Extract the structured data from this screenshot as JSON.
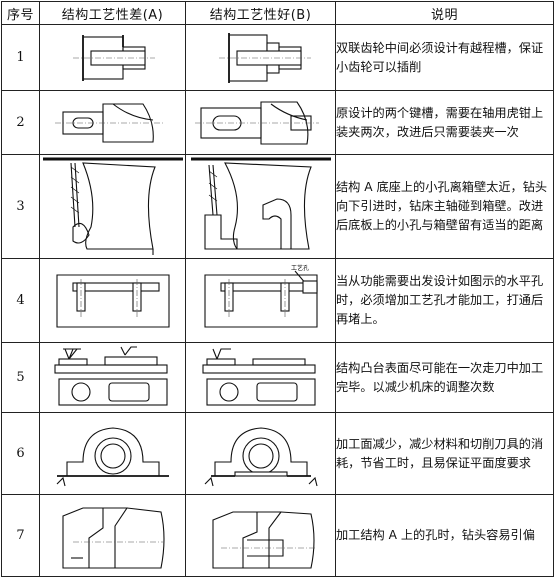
{
  "table": {
    "headers": {
      "col_index": "序号",
      "col_bad": "结构工艺性差(A)",
      "col_good": "结构工艺性好(B)",
      "col_desc": "说明"
    },
    "rows": [
      {
        "index": "1",
        "desc": "双联齿轮中间必须设计有越程槽，保证小齿轮可以插削"
      },
      {
        "index": "2",
        "desc": "原设计的两个键槽，需要在轴用虎钳上装夹两次，改进后只需要装夹一次"
      },
      {
        "index": "3",
        "desc": "结构 A 底座上的小孔离箱壁太近，钻头向下引进时，钻床主轴碰到箱壁。改进后底板上的小孔与箱壁留有适当的距离"
      },
      {
        "index": "4",
        "desc": "当从功能需要出发设计如图示的水平孔时，必须增加工艺孔才能加工，打通后再堵上。"
      },
      {
        "index": "5",
        "desc": "结构凸台表面尽可能在一次走刀中加工完毕。以减少机床的调整次数"
      },
      {
        "index": "6",
        "desc": "加工面减少，减少材料和切削刀具的消耗，节省工时，且易保证平面度要求"
      },
      {
        "index": "7",
        "desc": "加工结构 A 上的孔时，钻头容易引偏"
      }
    ],
    "figure_label_row4b": "工艺孔"
  }
}
